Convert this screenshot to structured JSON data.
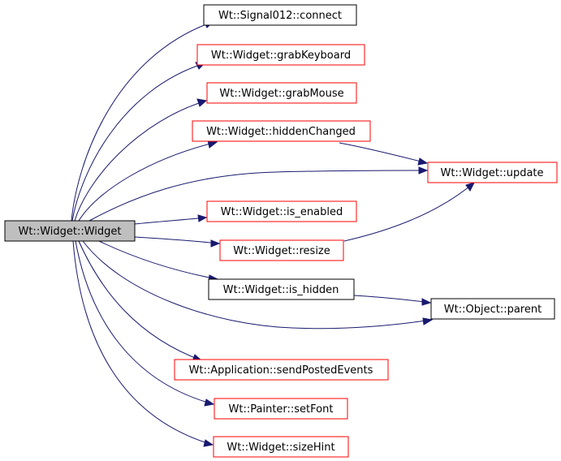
{
  "colors": {
    "root_fill": "#bfbfbf",
    "root_border": "#000000",
    "documented_border": "#000000",
    "undocumented_border": "#ff0000",
    "node_fill": "#ffffff",
    "edge": "#191970"
  },
  "nodes": {
    "root": {
      "label": "Wt::Widget::Widget",
      "border": "black"
    },
    "signal_connect": {
      "label": "Wt::Signal012::connect",
      "border": "black"
    },
    "grab_keyboard": {
      "label": "Wt::Widget::grabKeyboard",
      "border": "red"
    },
    "grab_mouse": {
      "label": "Wt::Widget::grabMouse",
      "border": "red"
    },
    "hidden_changed": {
      "label": "Wt::Widget::hiddenChanged",
      "border": "red"
    },
    "update": {
      "label": "Wt::Widget::update",
      "border": "red"
    },
    "is_enabled": {
      "label": "Wt::Widget::is_enabled",
      "border": "red"
    },
    "resize": {
      "label": "Wt::Widget::resize",
      "border": "red"
    },
    "is_hidden": {
      "label": "Wt::Widget::is_hidden",
      "border": "black"
    },
    "object_parent": {
      "label": "Wt::Object::parent",
      "border": "black"
    },
    "send_posted_events": {
      "label": "Wt::Application::sendPostedEvents",
      "border": "red"
    },
    "set_font": {
      "label": "Wt::Painter::setFont",
      "border": "red"
    },
    "size_hint": {
      "label": "Wt::Widget::sizeHint",
      "border": "red"
    }
  },
  "edges": [
    {
      "from": "root",
      "to": "signal_connect"
    },
    {
      "from": "root",
      "to": "grab_keyboard"
    },
    {
      "from": "root",
      "to": "grab_mouse"
    },
    {
      "from": "root",
      "to": "hidden_changed"
    },
    {
      "from": "root",
      "to": "update"
    },
    {
      "from": "root",
      "to": "is_enabled"
    },
    {
      "from": "root",
      "to": "resize"
    },
    {
      "from": "root",
      "to": "is_hidden"
    },
    {
      "from": "root",
      "to": "object_parent"
    },
    {
      "from": "root",
      "to": "send_posted_events"
    },
    {
      "from": "root",
      "to": "set_font"
    },
    {
      "from": "root",
      "to": "size_hint"
    },
    {
      "from": "hidden_changed",
      "to": "update"
    },
    {
      "from": "resize",
      "to": "update"
    },
    {
      "from": "is_hidden",
      "to": "object_parent"
    }
  ]
}
